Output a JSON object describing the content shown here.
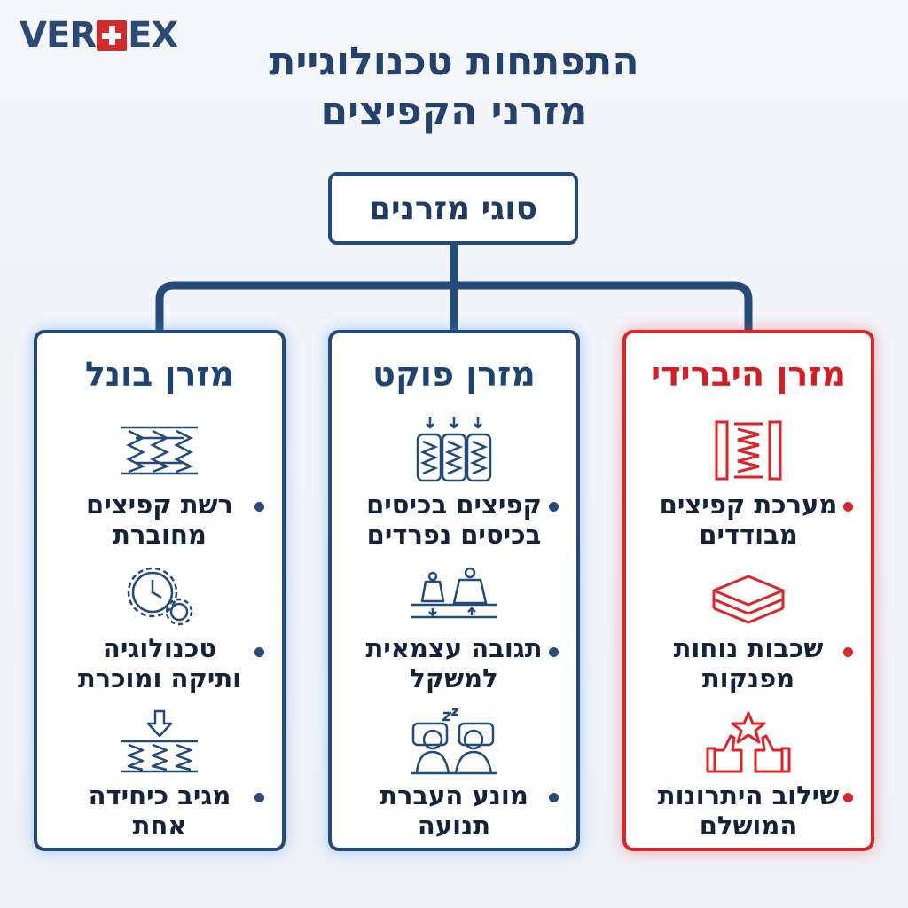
{
  "brand": {
    "logo_left": "VER",
    "logo_right": "EX"
  },
  "title": {
    "line1": "התפתחות טכנולוגיית",
    "line2": "מזרני הקפיצים"
  },
  "root": {
    "label": "סוגי מזרנים"
  },
  "colors": {
    "navy": "#234a78",
    "red": "#d8262c"
  },
  "cards": [
    {
      "title": "מזרן היברידי",
      "accent": "red",
      "items": [
        {
          "line1": "מערכת קפיצים",
          "line2": "מבודדים",
          "icon": "isolated-springs-icon"
        },
        {
          "line1": "שכבות נוחות",
          "line2": "מפנקות",
          "icon": "comfort-layers-icon"
        },
        {
          "line1": "שילוב היתרונות",
          "line2": "המושלם",
          "icon": "thumbs-up-star-icon"
        }
      ]
    },
    {
      "title": "מזרן פוקט",
      "accent": "navy",
      "items": [
        {
          "line1": "קפיצים בכיסים",
          "line2": "בכיסים נפרדים",
          "icon": "pocket-springs-icon"
        },
        {
          "line1": "תגובה עצמאית",
          "line2": "למשקל",
          "icon": "weights-icon"
        },
        {
          "line1": "מונע העברת",
          "line2": "תנועה",
          "icon": "sleeping-couple-icon"
        }
      ]
    },
    {
      "title": "מזרן בונל",
      "accent": "navy",
      "items": [
        {
          "line1": "רשת קפיצים",
          "line2": "מחוברת",
          "icon": "connected-springs-icon"
        },
        {
          "line1": "טכנולוגיה",
          "line2": "ותיקה ומוכרת",
          "icon": "clock-gears-icon"
        },
        {
          "line1": "מגיב כיחידה",
          "line2": "אחת",
          "icon": "unit-response-icon"
        }
      ]
    }
  ]
}
